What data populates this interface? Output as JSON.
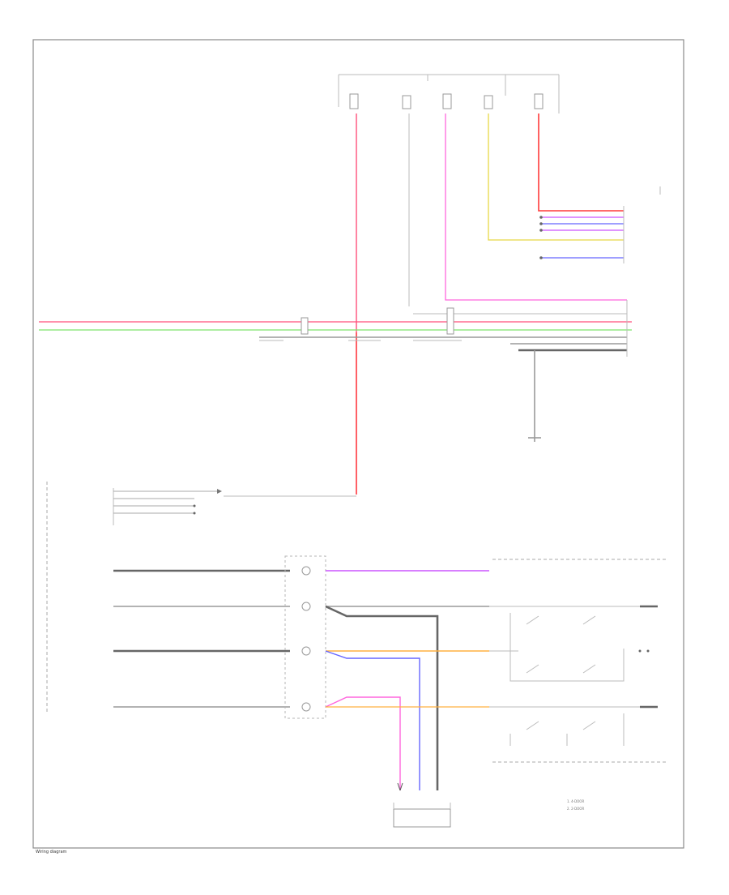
{
  "page_number": "Wiring diagram",
  "legend": {
    "item_1": "1. 4-DOOR",
    "item_2": "2. 2-DOOR"
  },
  "colors": {
    "red": "#ff3b3b",
    "pink": "#ff4f7a",
    "green": "#7ee36b",
    "yellow": "#e8d845",
    "violet": "#cc55ff",
    "blue": "#6666ff",
    "orange": "#ffb040",
    "magenta": "#ff66dd",
    "gray": "#9a9a9a"
  }
}
